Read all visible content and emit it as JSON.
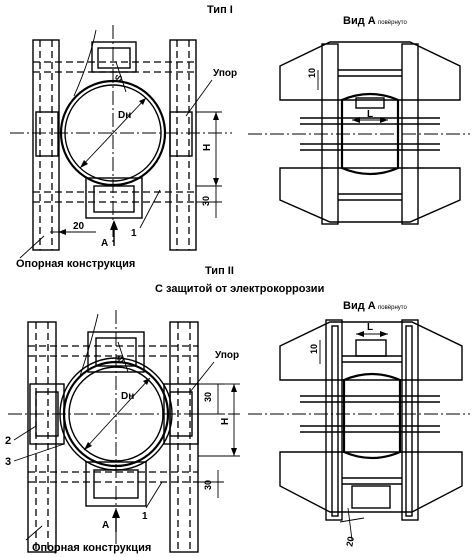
{
  "type1": {
    "title": "Тип I",
    "view_label": "Вид А",
    "view_note": "повёрнуто",
    "stop_label": "Упор",
    "diameter_label": "Dн",
    "thickness_label": "S",
    "height_label": "H",
    "length_label": "L",
    "dim_10": "10",
    "dim_30": "30",
    "dim_20": "20",
    "callout_1": "1",
    "arrow_label": "A",
    "support_label": "Опорная конструкция"
  },
  "type2": {
    "title": "Тип II",
    "subtitle": "С защитой от электрокоррозии",
    "view_label": "Вид А",
    "view_note": "повёрнуто",
    "stop_label": "Упор",
    "diameter_label": "Dн",
    "thickness_label": "S",
    "height_label": "H",
    "length_label": "L",
    "dim_10": "10",
    "dim_30_top": "30",
    "dim_30_bottom": "30",
    "dim_20": "20",
    "callout_1": "1",
    "callout_2": "2",
    "callout_3": "3",
    "arrow_label": "A",
    "support_label": "Опорная конструкция"
  }
}
